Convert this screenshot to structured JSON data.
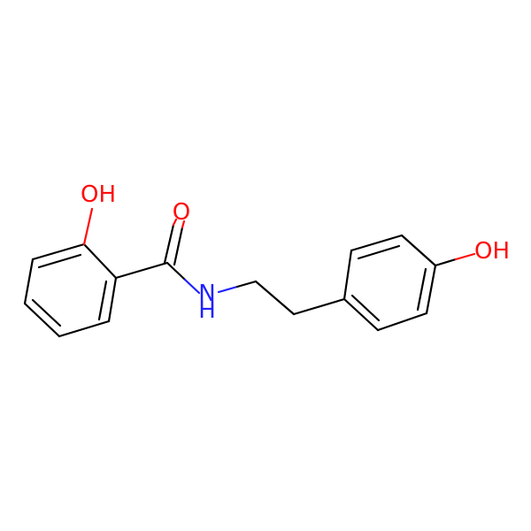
{
  "atoms": {
    "phenol_oh_left": "OH",
    "carbonyl_o": "O",
    "amide_n": "N",
    "amide_h": "H",
    "phenol_oh_right": "OH"
  },
  "colors": {
    "bond": "#000000",
    "oxygen": "#ff0d0d",
    "nitrogen": "#2020ff",
    "background": "#ffffff"
  }
}
